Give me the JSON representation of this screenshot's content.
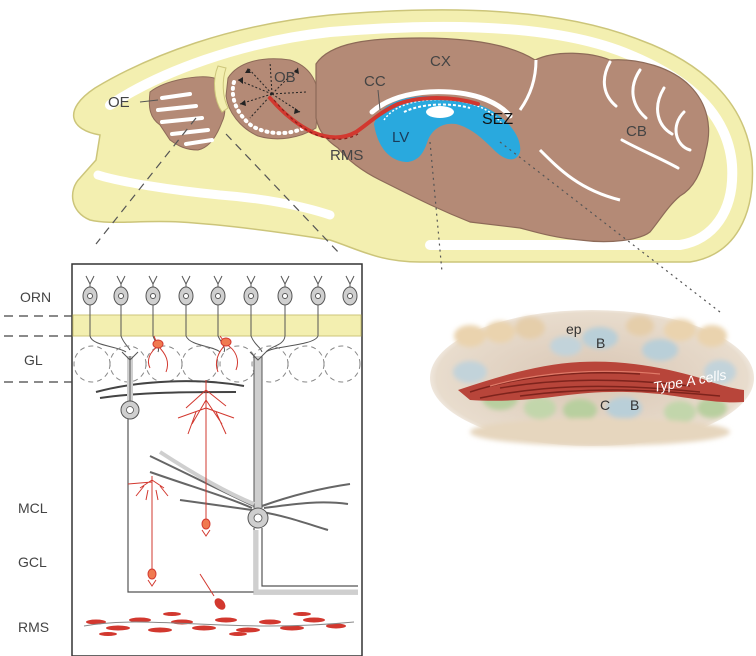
{
  "brain_labels": {
    "oe": "OE",
    "ob": "OB",
    "cc": "CC",
    "cx": "CX",
    "lv": "LV",
    "sez": "SEZ",
    "rms": "RMS",
    "cb": "CB"
  },
  "panel_labels": {
    "orn": "ORN",
    "gl": "GL",
    "mcl": "MCL",
    "gcl": "GCL",
    "rms": "RMS"
  },
  "inset_labels": {
    "ep": "ep",
    "b_top": "B",
    "c": "C",
    "b_bottom": "B",
    "type_a": "Type A cells"
  },
  "colors": {
    "brain": "#b48a76",
    "skull": "#f3efb0",
    "skull_stroke": "#ccc57a",
    "ventricle": "#29a9de",
    "migration": "#d2382f",
    "neuron": "#cfcfcf",
    "neuron_stroke": "#555555"
  }
}
